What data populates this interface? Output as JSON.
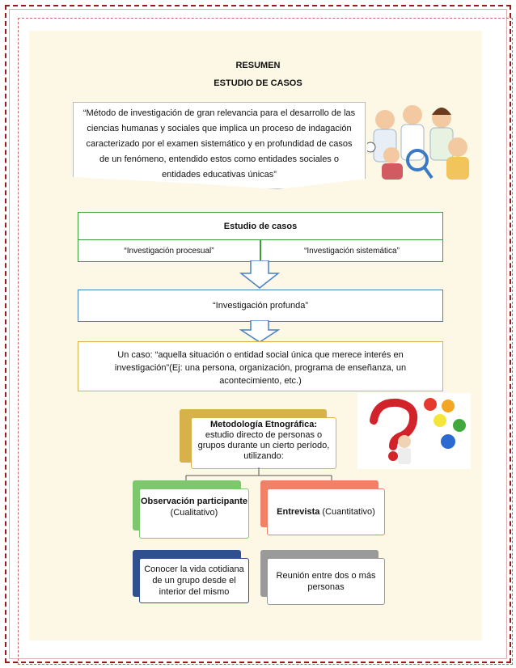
{
  "header": {
    "title": "RESUMEN",
    "subtitle": "ESTUDIO DE CASOS"
  },
  "quote": {
    "text": "“Método de investigación de gran relevancia para el desarrollo de las ciencias humanas y sociales que implica un proceso de indagación caracterizado por el examen sistemático y en profundidad de casos de un fenómeno, entendido estos como entidades sociales o entidades educativas únicas”"
  },
  "estudio": {
    "title": "Estudio de casos",
    "left": "“Investigación procesual”",
    "right": "“Investigación sistemática”"
  },
  "profunda": {
    "text": "“Investigación profunda”"
  },
  "caso": {
    "text": "Un caso: “aquella situación o entidad social única que merece interés en investigación”(Ej: una persona, organización, programa de enseñanza, un acontecimiento, etc.)"
  },
  "metodologia": {
    "title": "Metodología Etnográfica:",
    "body": "estudio directo de personas o grupos durante un cierto período, utilizando:"
  },
  "observacion": {
    "title": "Observación participante",
    "sub": "(Cualitativo)",
    "desc": "Conocer la vida cotidiana de un grupo desde el interior del mismo"
  },
  "entrevista": {
    "title": "Entrevista",
    "sub": "(Cuantitativo)",
    "desc": "Reunión entre dos o más personas"
  },
  "colors": {
    "border": "#9a1a1a",
    "cream": "#fdf8e6",
    "green": "#3d9a3d",
    "blue": "#4a7fc1",
    "gold": "#d7b24a",
    "lightGreen": "#7dc86f",
    "salmon": "#f08066",
    "navy": "#2f4f8f",
    "gray": "#9a9a9a"
  },
  "icons": [
    "doctors-illustration",
    "question-mark-bulbs-illustration"
  ]
}
